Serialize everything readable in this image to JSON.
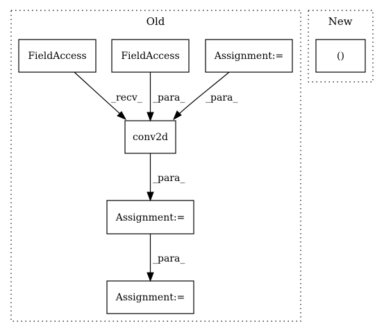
{
  "clusters": {
    "old": {
      "title": "Old"
    },
    "new": {
      "title": "New"
    }
  },
  "nodes": {
    "field_access_1": "FieldAccess",
    "field_access_2": "FieldAccess",
    "assignment_top": "Assignment:=",
    "conv2d": "conv2d",
    "assignment_mid": "Assignment:=",
    "assignment_bottom": "Assignment:=",
    "new_call": "()"
  },
  "edges": {
    "recv": "_recv_",
    "para_1": "_para_",
    "para_2": "_para_",
    "para_3": "_para_",
    "para_4": "_para_"
  }
}
